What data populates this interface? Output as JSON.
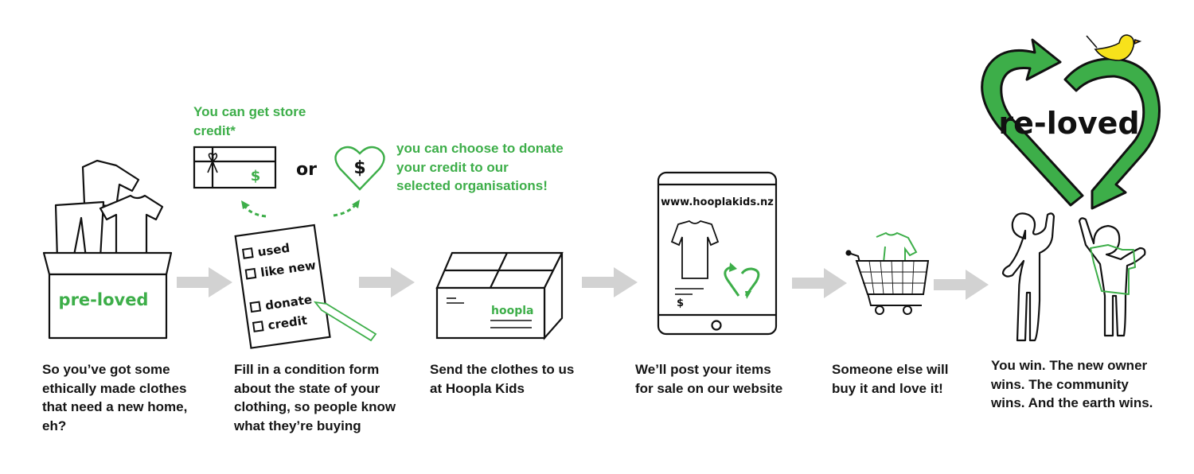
{
  "colors": {
    "accent": "#3dae49",
    "ink": "#111111",
    "arrow": "#d2d2d2",
    "bird": "#f7e21b"
  },
  "step1": {
    "box_label": "pre-loved",
    "caption": [
      "So you’ve got some",
      "ethically made clothes",
      "that need a new home,",
      "eh?"
    ]
  },
  "step2": {
    "store_credit_text": [
      "You can get store",
      "credit*"
    ],
    "or_label": "or",
    "currency_symbol": "$",
    "donate_text": [
      "you can choose to donate",
      "your credit to our",
      "selected organisations!"
    ],
    "form_options": [
      "used",
      "like new",
      "donate",
      "credit"
    ],
    "caption": [
      "Fill in a condition form",
      "about the state of your",
      "clothing, so people know",
      "what they’re buying"
    ]
  },
  "step3": {
    "box_label": "hoopla",
    "caption": [
      "Send the clothes to us",
      "at Hoopla Kids"
    ]
  },
  "step4": {
    "website": "www.hooplakids.nz",
    "price_symbol": "$",
    "caption": [
      "We’ll post your items",
      "for sale on our website"
    ]
  },
  "step5": {
    "caption": [
      "Someone else will",
      "buy it and love it!"
    ]
  },
  "step6": {
    "logo_text": "re-loved",
    "caption": [
      "You win. The new owner",
      "wins. The community",
      "wins. And the earth wins."
    ]
  }
}
